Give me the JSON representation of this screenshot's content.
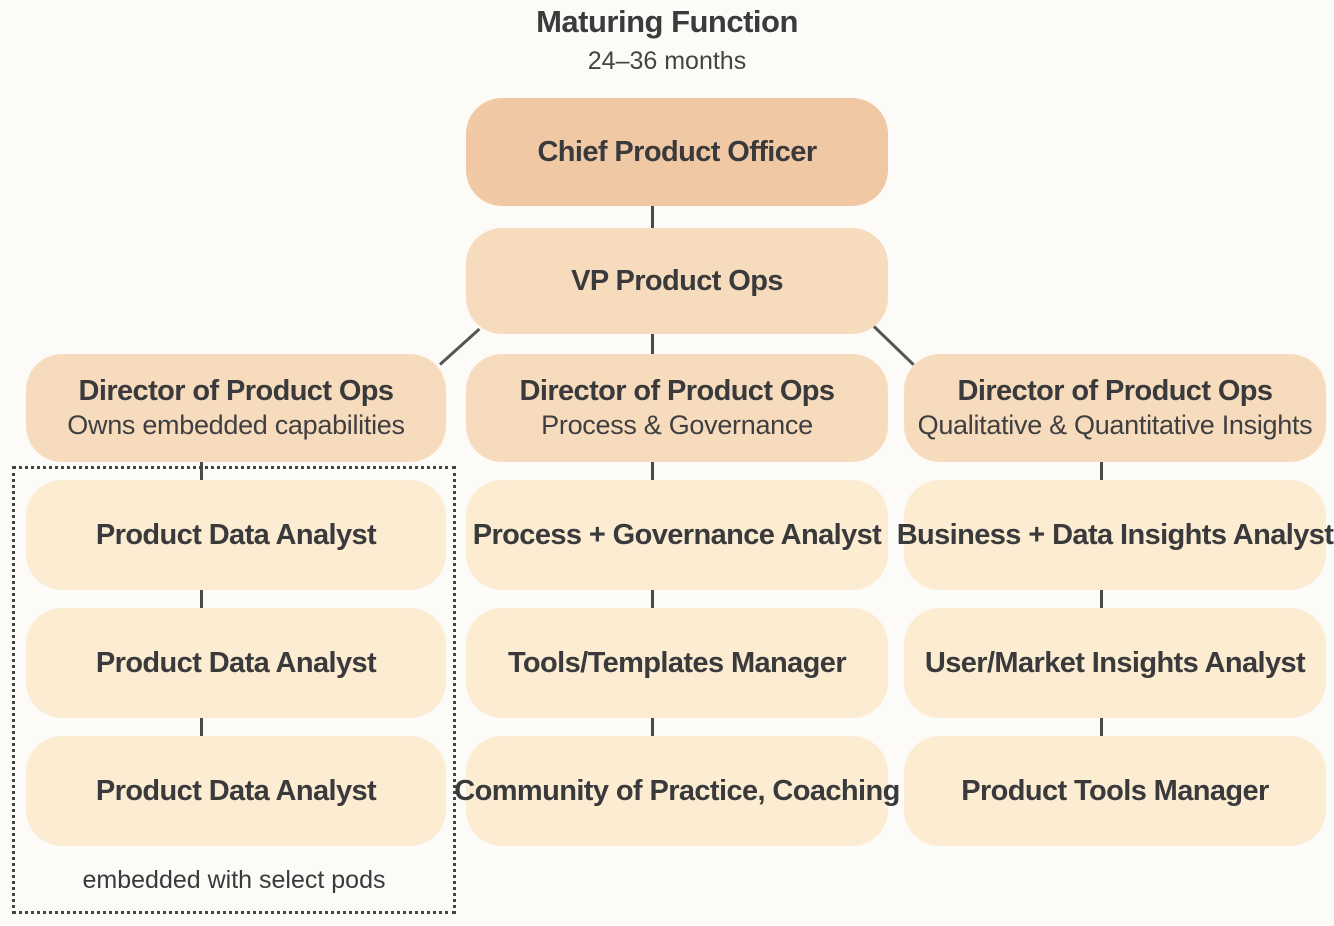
{
  "header": {
    "title": "Maturing Function",
    "subtitle": "24–36 months"
  },
  "chief": {
    "title": "Chief Product Officer"
  },
  "vp": {
    "title": "VP Product Ops"
  },
  "columns": [
    {
      "director": {
        "title": "Director of Product Ops",
        "subtitle": "Owns embedded capabilities"
      },
      "roles": [
        "Product Data Analyst",
        "Product Data Analyst",
        "Product Data Analyst"
      ],
      "note": "embedded with select pods"
    },
    {
      "director": {
        "title": "Director of Product Ops",
        "subtitle": "Process & Governance"
      },
      "roles": [
        "Process + Governance Analyst",
        "Tools/Templates Manager",
        "Community of Practice, Coaching"
      ]
    },
    {
      "director": {
        "title": "Director of Product Ops",
        "subtitle": "Qualitative & Quantitative Insights"
      },
      "roles": [
        "Business + Data Insights Analyst",
        "User/Market Insights Analyst",
        "Product Tools Manager"
      ]
    }
  ],
  "colors": {
    "top_box": "#f1c8a4",
    "vp_box": "#f6dcbc",
    "director_box": "#f6dcbc",
    "role_box": "#fbecd2",
    "connector": "#4a4a4a"
  }
}
